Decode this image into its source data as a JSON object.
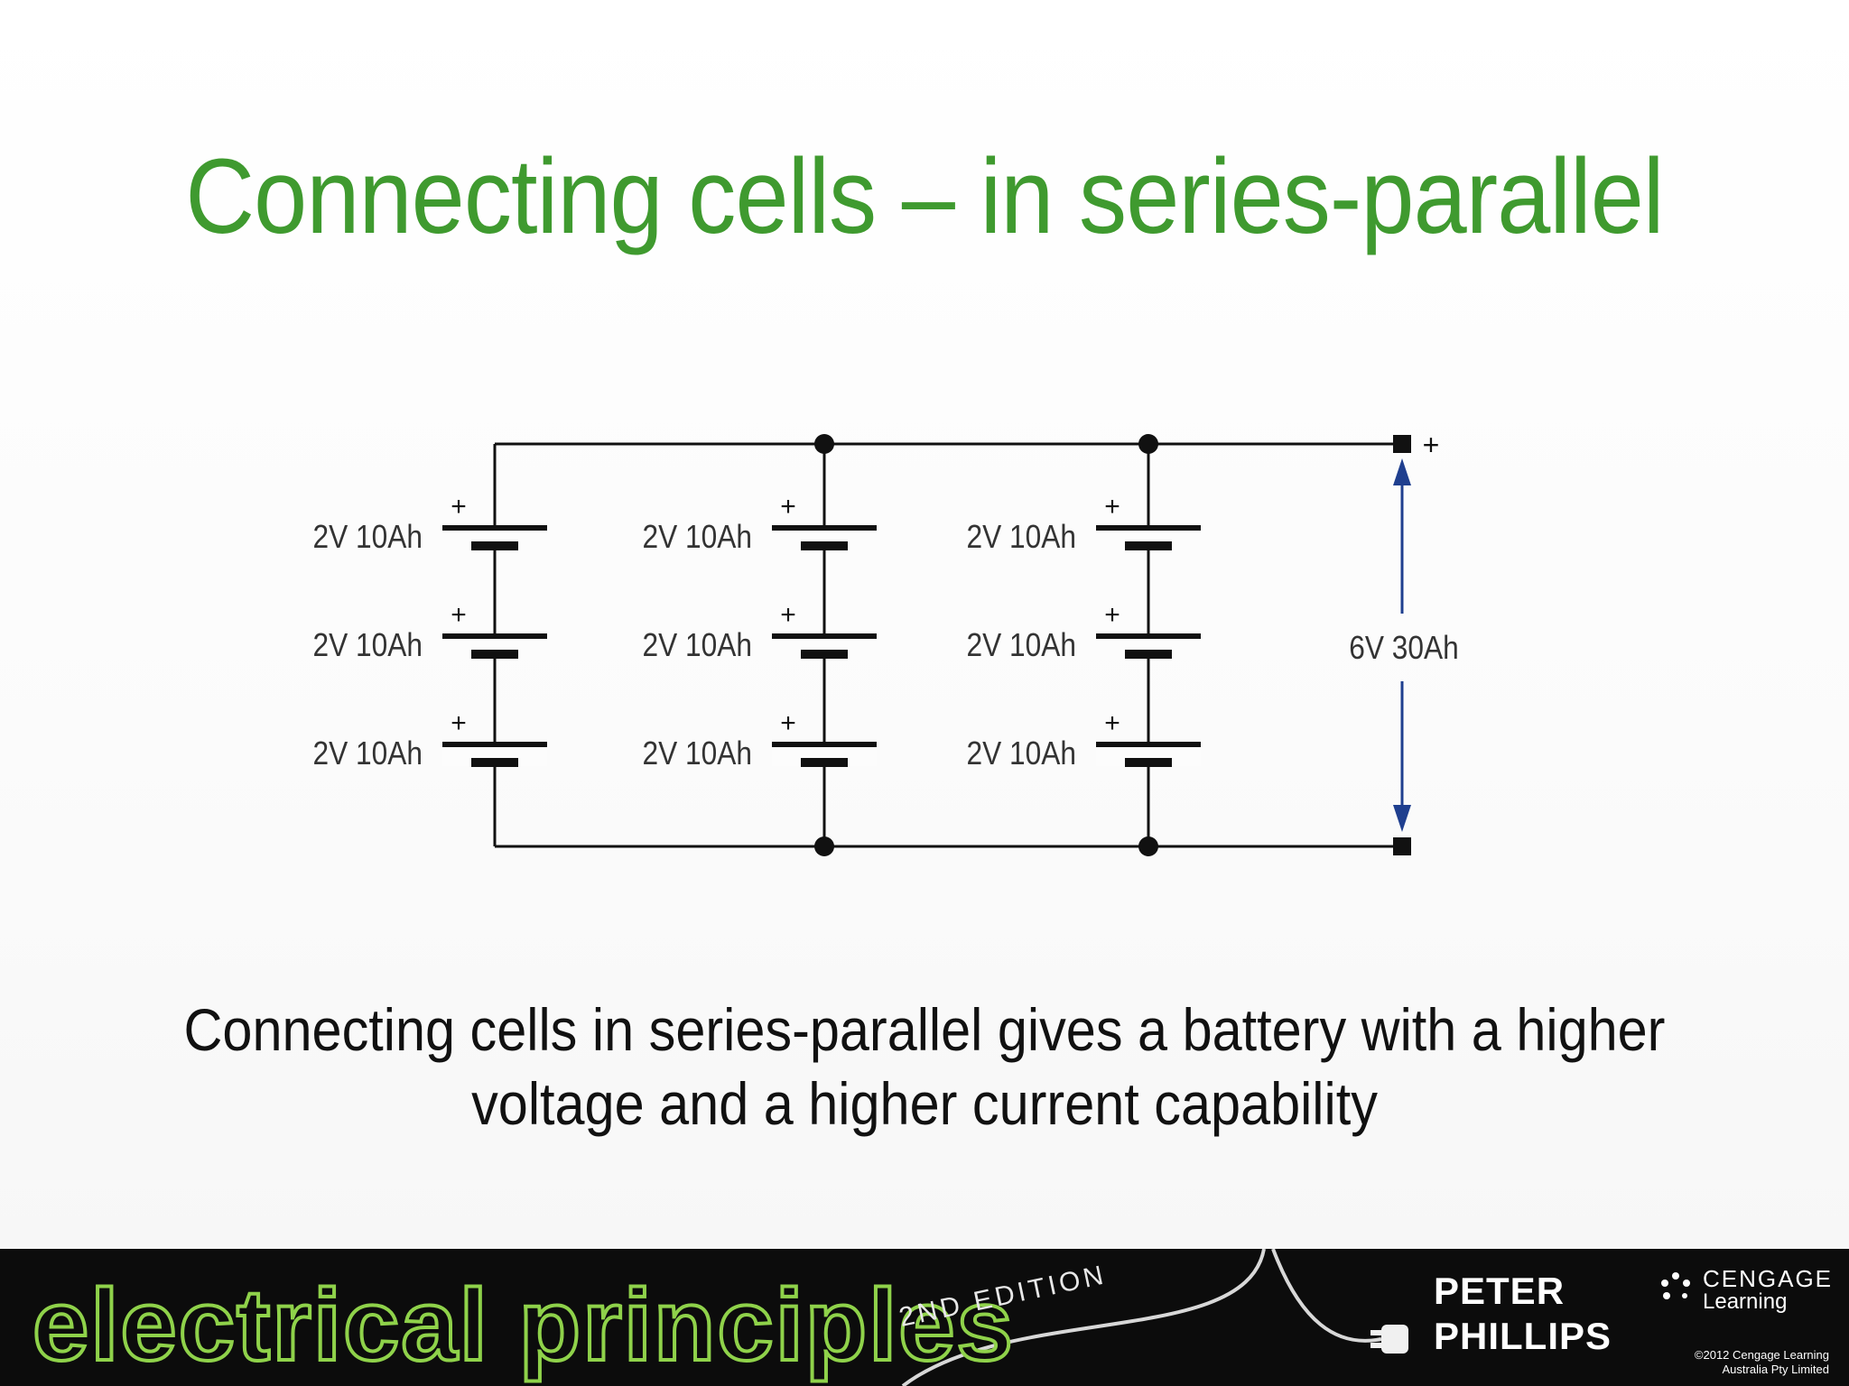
{
  "slide": {
    "title": "Connecting cells – in series-parallel",
    "caption_line1": "Connecting cells in series-parallel gives a battery with a higher",
    "caption_line2": "voltage and a higher current capability"
  },
  "diagram": {
    "cell_label": "2V 10Ah",
    "plus_sign": "+",
    "output_label": "6V 30Ah",
    "terminal_plus": "+",
    "strings": 3,
    "cells_per_string": 3
  },
  "footer": {
    "book_title": "electrical principles",
    "edition": "2ND EDITION",
    "author_first": "PETER",
    "author_last": "PHILLIPS",
    "publisher_name": "CENGAGE",
    "publisher_sub": "Learning",
    "copyright_line1": "©2012 Cengage Learning",
    "copyright_line2": "Australia Pty Limited"
  },
  "colors": {
    "title": "#3f9a2f",
    "wire": "#111111",
    "arrow": "#1f3f8f",
    "brand": "#8fd24a"
  }
}
